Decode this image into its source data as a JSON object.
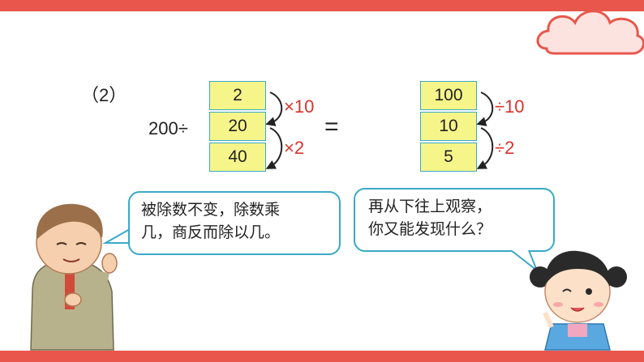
{
  "problem_label": "（2）",
  "dividend": "200÷",
  "equals": "=",
  "divisors": [
    "2",
    "20",
    "40"
  ],
  "divisor_ops": [
    "×10",
    "×2"
  ],
  "quotients": [
    "100",
    "10",
    "5"
  ],
  "quotient_ops": [
    "÷10",
    "÷2"
  ],
  "boy_bubble": {
    "line1": "被除数不变，除数乘",
    "line2": "几，商反而除以几。"
  },
  "girl_bubble": {
    "line1": "再从下往上观察，",
    "line2": "你又能发现什么？"
  },
  "colors": {
    "accent_red": "#e8564c",
    "cell_fill": "#f6f58a",
    "cell_border": "#3aa9c8",
    "op_red": "#d9332b"
  }
}
